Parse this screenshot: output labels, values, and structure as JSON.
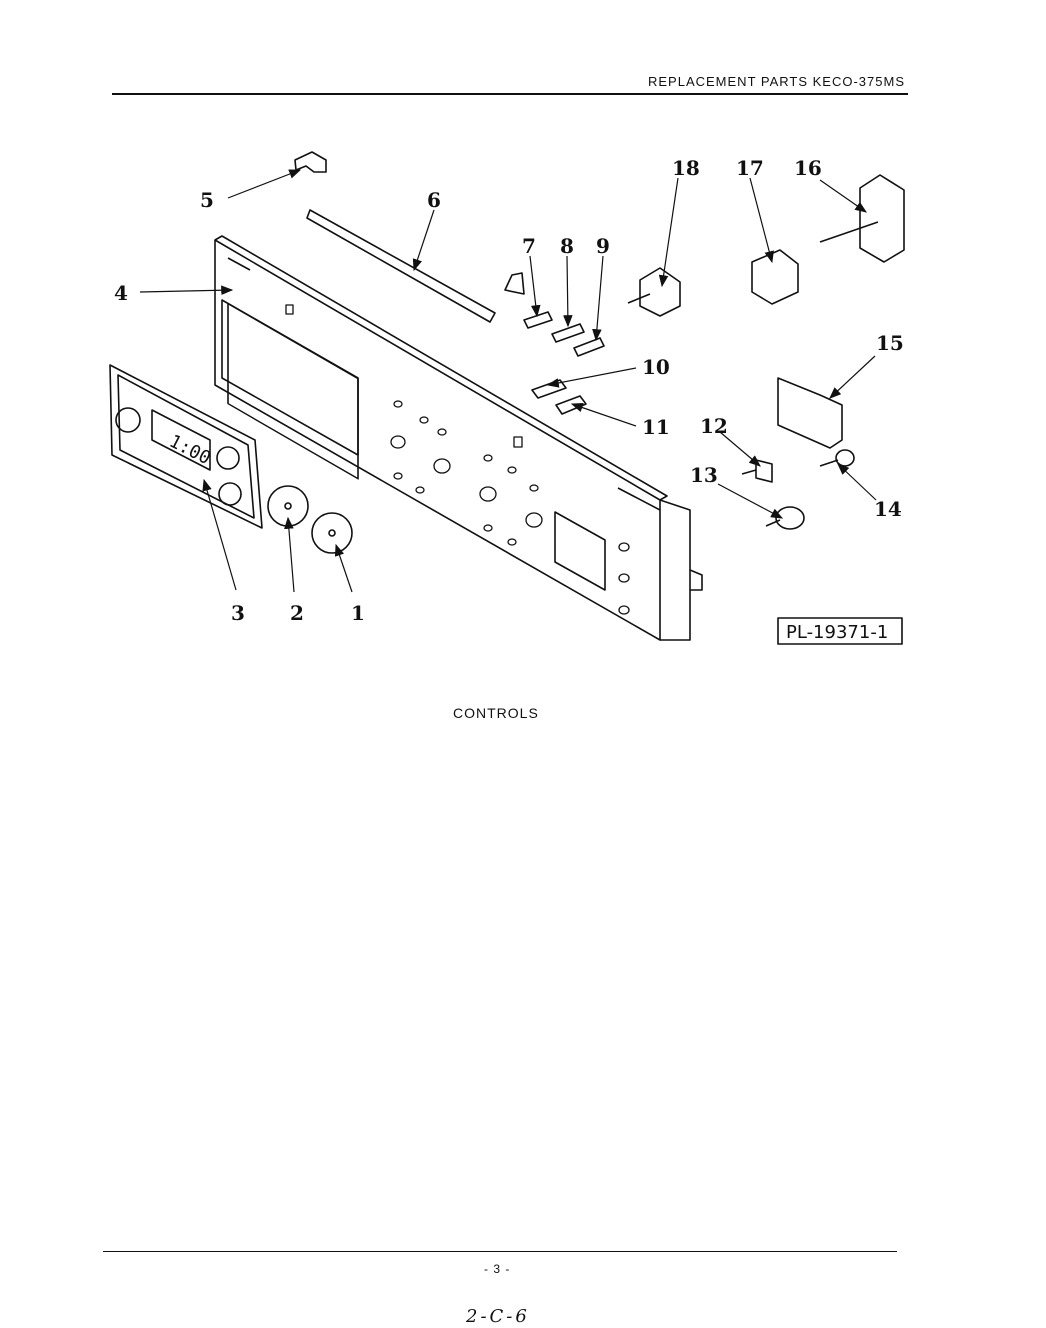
{
  "header": {
    "title": "REPLACEMENT PARTS KECO-375MS"
  },
  "diagram": {
    "callouts": [
      "1",
      "2",
      "3",
      "4",
      "5",
      "6",
      "7",
      "8",
      "9",
      "10",
      "11",
      "12",
      "13",
      "14",
      "15",
      "16",
      "17",
      "18"
    ],
    "clock_display": "1:00",
    "reference_code": "PL-19371-1"
  },
  "caption": "CONTROLS",
  "footer": {
    "page_number": "- 3 -",
    "handwritten_note": "2-C-6"
  }
}
